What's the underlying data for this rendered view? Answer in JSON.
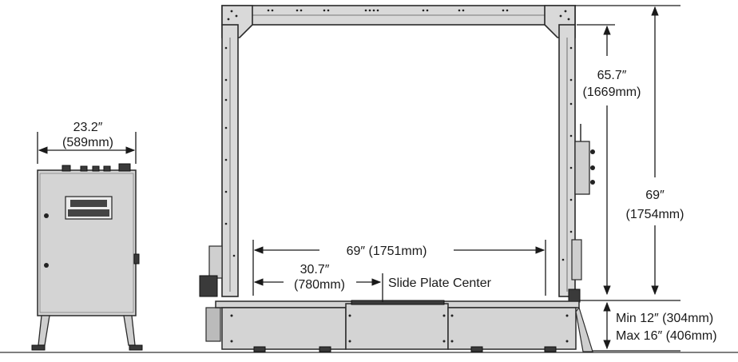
{
  "colors": {
    "frame_fill": "#d9d9d9",
    "panel_fill": "#d4d4d4",
    "line": "#1a1a1a"
  },
  "control_box": {
    "width_in": "23.2″",
    "width_mm": "(589mm)"
  },
  "frame": {
    "overall_width": "69″ (1751mm)",
    "center_offset_in": "30.7″",
    "center_offset_mm": "(780mm)",
    "slide_plate_label": "Slide Plate Center",
    "upper_height_in": "65.7″",
    "upper_height_mm": "(1669mm)",
    "total_height_in": "69″",
    "total_height_mm": "(1754mm)",
    "base_min": "Min 12″ (304mm)",
    "base_max": "Max 16″ (406mm)"
  }
}
